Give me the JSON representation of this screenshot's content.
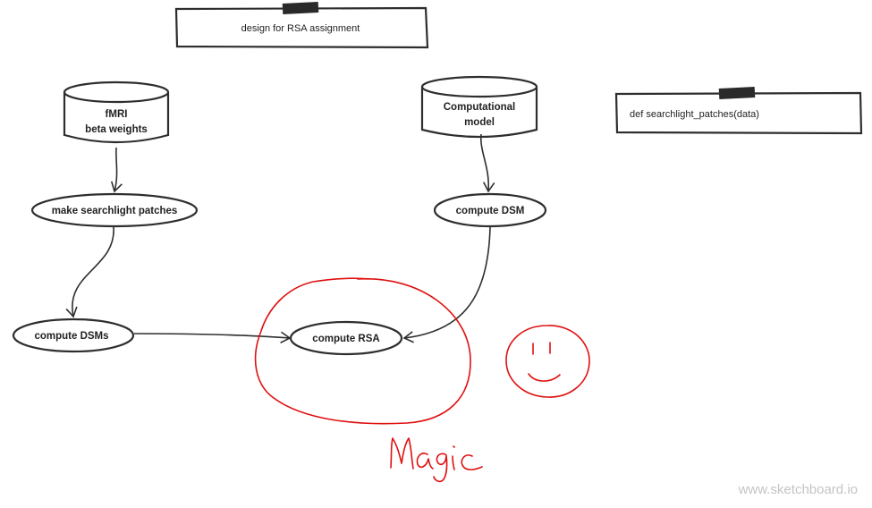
{
  "notes": {
    "title": "design for RSA assignment",
    "code": "def searchlight_patches(data)"
  },
  "nodes": {
    "fmri_line1": "fMRI",
    "fmri_line2": "beta weights",
    "model_line1": "Computational",
    "model_line2": "model",
    "searchlight": "make searchlight patches",
    "compute_dsm": "compute DSM",
    "compute_dsms": "compute DSMs",
    "compute_rsa": "compute RSA"
  },
  "annotation": {
    "handwriting": "Magic",
    "smiley": "smiley-face-icon"
  },
  "watermark": "www.sketchboard.io",
  "colors": {
    "stroke": "#2e2e2e",
    "annotation_red": "#e01010",
    "watermark_gray": "#c4c4c4"
  }
}
